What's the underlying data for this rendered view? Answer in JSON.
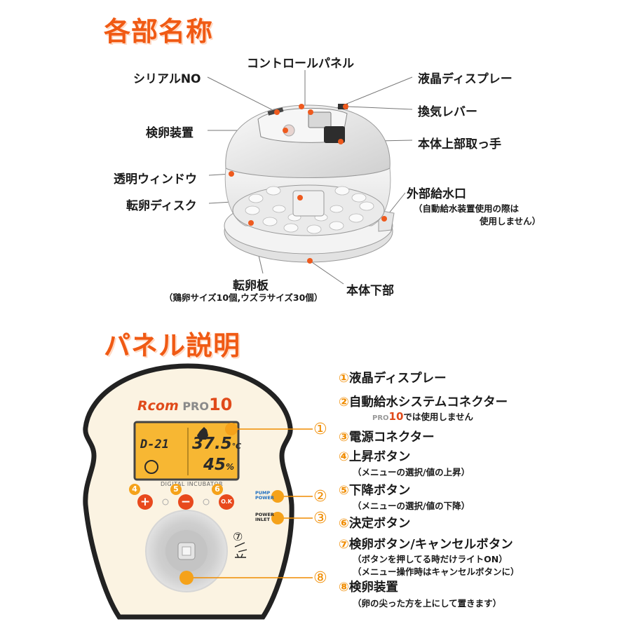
{
  "section1": {
    "title": "各部名称",
    "labels": {
      "serial": "シリアルNO",
      "control_panel": "コントロールパネル",
      "lcd": "液晶ディスプレー",
      "vent_lever": "換気レバー",
      "candler": "検卵装置",
      "top_handle": "本体上部取っ手",
      "window": "透明ウィンドウ",
      "disk": "転卵ディスク",
      "water_inlet": "外部給水口",
      "water_note1": "（自動給水装置使用の際は",
      "water_note2": "使用しません）",
      "plate": "転卵板",
      "plate_note": "（鶏卵サイズ10個,ウズラサイズ30個）",
      "base": "本体下部"
    }
  },
  "section2": {
    "title": "パネル説明",
    "panel": {
      "brand_r": "Rcom",
      "brand_pro": "PRO",
      "brand_10": "10",
      "lcd_day": "D-21",
      "lcd_temp": "37.5",
      "lcd_temp_unit": "℃",
      "lcd_hum": "45",
      "lcd_hum_unit": "%",
      "device_label": "DIGITAL INCUBATOR",
      "btn_up": "+",
      "btn_down": "−",
      "btn_ok": "O.K",
      "pump_label1": "PUMP",
      "pump_label2": "POWER",
      "power_label1": "POWER",
      "power_label2": "INLET",
      "n1": "①",
      "n2": "②",
      "n3": "③",
      "n4": "4",
      "n5": "5",
      "n6": "6",
      "n7": "⑦",
      "n8": "⑧"
    },
    "items": [
      {
        "num": "①",
        "text": "液晶ディスプレー"
      },
      {
        "num": "②",
        "text": "自動給水システムコネクター"
      },
      {
        "num": "③",
        "text": "電源コネクター"
      },
      {
        "num": "④",
        "text": "上昇ボタン"
      },
      {
        "num": "⑤",
        "text": "下降ボタン"
      },
      {
        "num": "⑥",
        "text": "決定ボタン"
      },
      {
        "num": "⑦",
        "text": "検卵ボタン/キャンセルボタン"
      },
      {
        "num": "⑧",
        "text": "検卵装置"
      }
    ],
    "notes": {
      "n2_pro": "PRO",
      "n2_10": "10",
      "n2_rest": "では使用しません",
      "n4": "（メニューの選択/値の上昇）",
      "n5": "（メニューの選択/値の下降）",
      "n7a": "（ボタンを押してる時だけライトON）",
      "n7b": "（メニュー操作時はキャンセルボタンに）",
      "n8": "（卵の尖った方を上にして置きます）"
    }
  },
  "colors": {
    "title": "#f05a14",
    "callout": "#f08c00",
    "dot": "#ee5a1e",
    "panel_bg": "#fbf3e2",
    "lcd": "#f7b733",
    "button": "#e8491d"
  }
}
